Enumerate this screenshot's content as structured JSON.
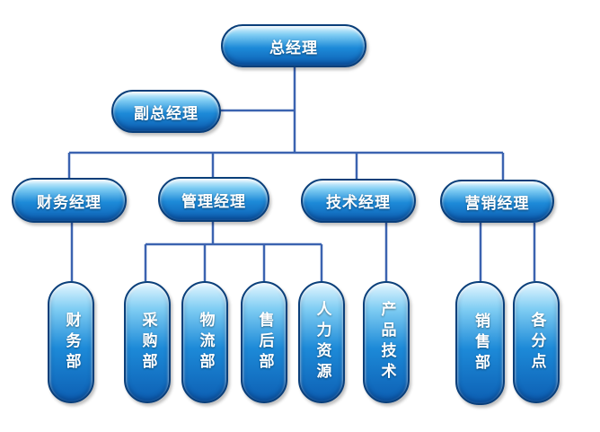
{
  "chart": {
    "root": "总经理",
    "deputy": "副总经理",
    "finance_manager": "财务经理",
    "admin_manager": "管理经理",
    "tech_manager": "技术经理",
    "sales_manager": "营销经理",
    "finance_dept": "财务部",
    "purchasing_dept": "采购部",
    "logistics_dept": "物流部",
    "aftersales_dept": "售后部",
    "hr_dept": "人力资源",
    "product_tech": "产品技术",
    "sales_dept": "销售部",
    "branches": "各分点"
  },
  "colors": {
    "line": "#3b63b0",
    "border": "#0a3f7a",
    "fill": "#1d8ad8"
  }
}
